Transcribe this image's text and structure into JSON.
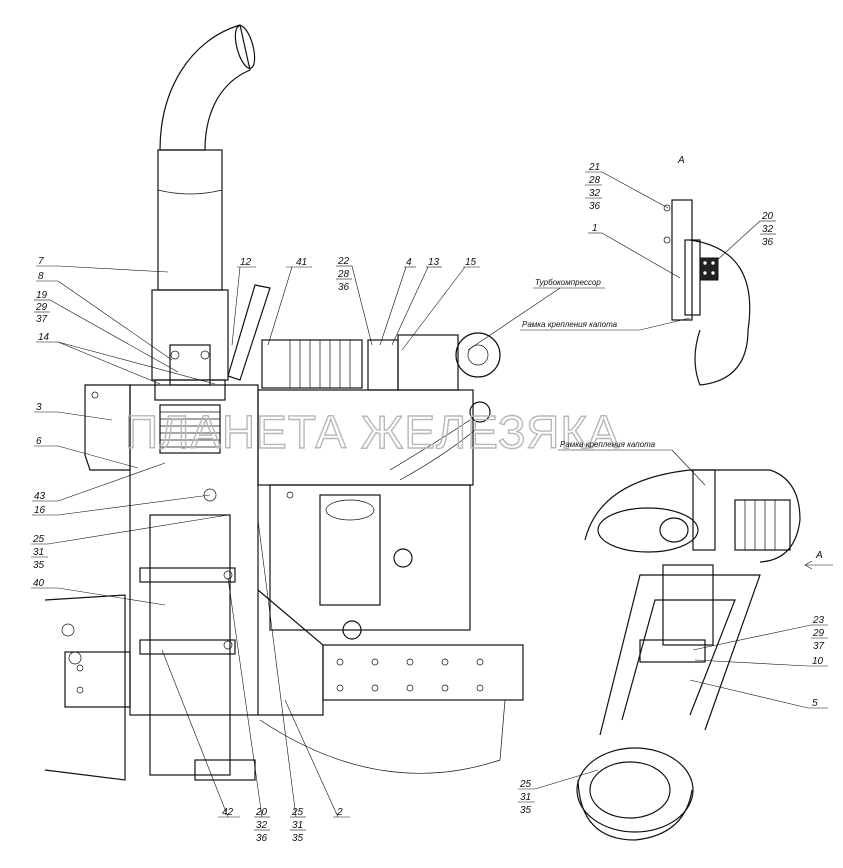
{
  "diagram": {
    "watermark": "ПЛАНЕТА ЖЕЛЕЗЯКА",
    "view_label_top": "А",
    "view_label_side": "А",
    "notes": {
      "turbo": "Турбокомпрессор",
      "hood_frame_a": "Рамка крепления капота",
      "hood_frame_b": "Рамка крепления капота"
    },
    "labels": {
      "l7": "7",
      "l8": "8",
      "l19": [
        "19",
        "29",
        "37"
      ],
      "l14": "14",
      "l3": "3",
      "l6": "6",
      "l43": "43",
      "l16": "16",
      "l25a": [
        "25",
        "31",
        "35"
      ],
      "l40": "40",
      "l12": "12",
      "l41": "41",
      "l22": [
        "22",
        "28",
        "36"
      ],
      "l4": "4",
      "l13": "13",
      "l15": "15",
      "l42": "42",
      "l20b": [
        "20",
        "32",
        "36"
      ],
      "l25b": [
        "25",
        "31",
        "35"
      ],
      "l2": "2",
      "l21": [
        "21",
        "28",
        "32",
        "36"
      ],
      "l1": "1",
      "l20a": [
        "20",
        "32",
        "36"
      ],
      "l23": [
        "23",
        "29",
        "37"
      ],
      "l10": "10",
      "l5": "5",
      "l25c": [
        "25",
        "31",
        "35"
      ]
    }
  }
}
